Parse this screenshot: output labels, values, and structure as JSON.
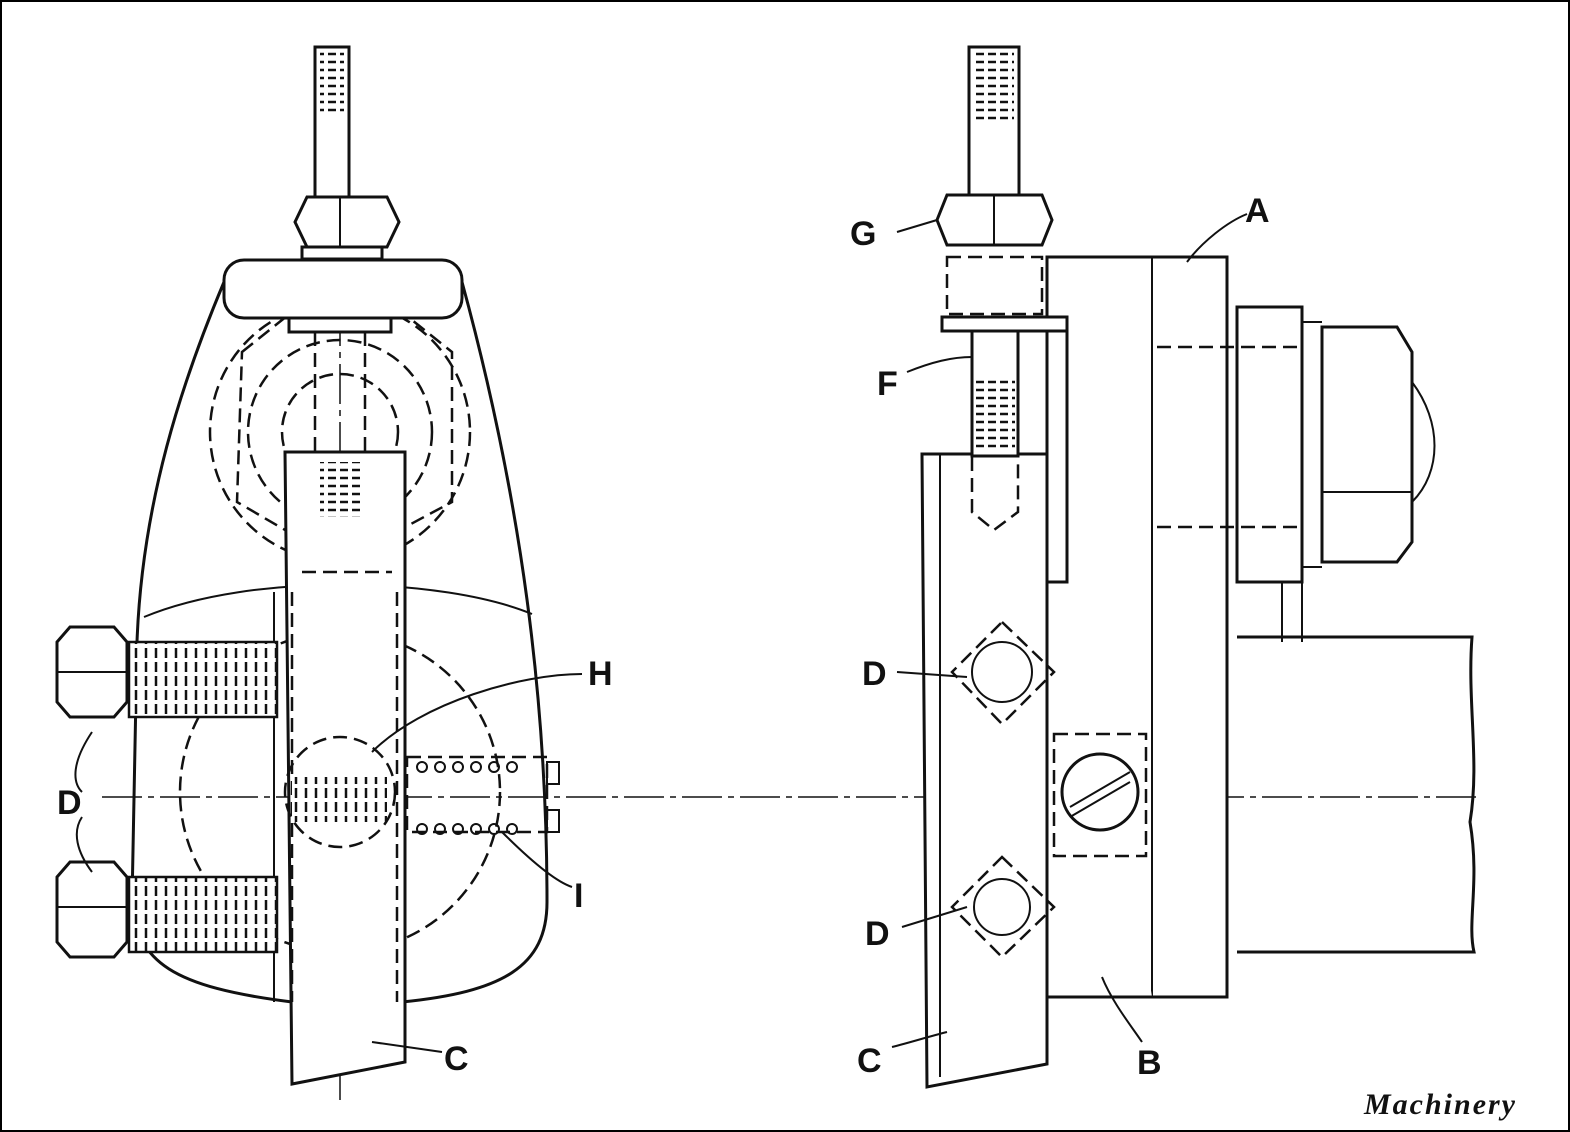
{
  "title": "Toolholder with adjustable cutter - end view and side view",
  "labels": {
    "A": "A",
    "B": "B",
    "C_left": "C",
    "C_right": "C",
    "D_left": "D",
    "D_right_top": "D",
    "D_right_bottom": "D",
    "F": "F",
    "G": "G",
    "H": "H",
    "I": "I"
  },
  "credit": "Machinery"
}
